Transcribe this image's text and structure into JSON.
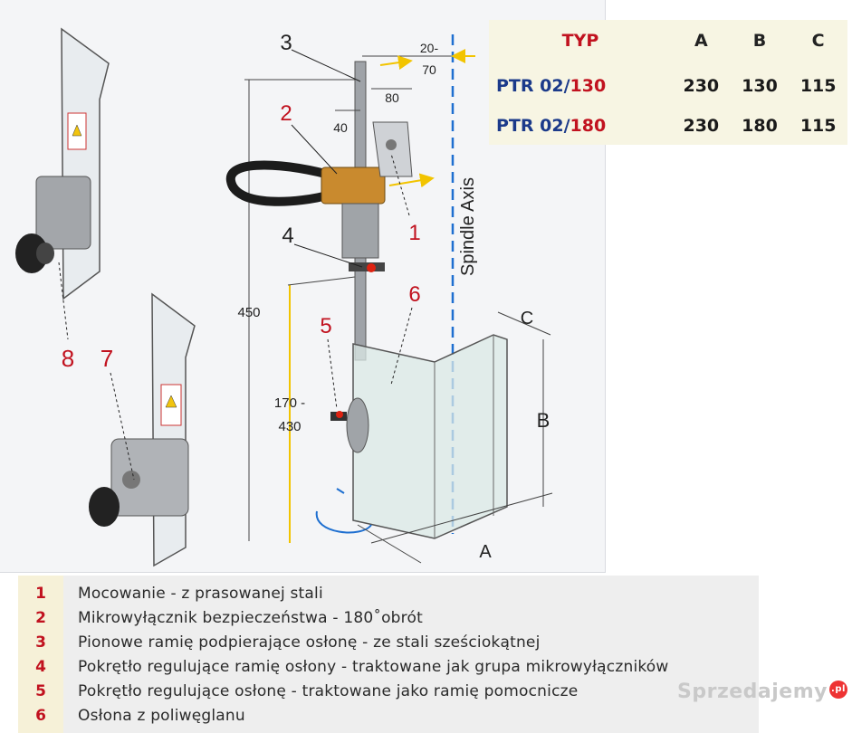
{
  "table": {
    "header": {
      "typ": "TYP",
      "a": "A",
      "b": "B",
      "c": "C"
    },
    "rows": [
      {
        "prefix": "PTR 02/",
        "suffix": "130",
        "a": "230",
        "b": "130",
        "c": "115"
      },
      {
        "prefix": "PTR 02/",
        "suffix": "180",
        "a": "230",
        "b": "180",
        "c": "115"
      }
    ]
  },
  "diagram": {
    "callouts": [
      "1",
      "2",
      "3",
      "4",
      "5",
      "6",
      "7",
      "8"
    ],
    "dims": {
      "d_20_70_top": "20-",
      "d_20_70_bottom": "70",
      "d_80": "80",
      "d_40": "40",
      "d_450": "450",
      "d_170_top": "170 -",
      "d_170_bottom": "430",
      "a": "A",
      "b": "B",
      "c": "C"
    },
    "spindle_axis": "Spindle Axis"
  },
  "legend": [
    {
      "num": "1",
      "text": "Mocowanie - z prasowanej stali"
    },
    {
      "num": "2",
      "text": "Mikrowyłącznik bezpieczeństwa - 180˚obrót"
    },
    {
      "num": "3",
      "text": "Pionowe ramię podpierające osłonę - ze stali sześciokątnej"
    },
    {
      "num": "4",
      "text": "Pokrętło regulujące ramię osłony - traktowane jak grupa mikrowyłączników"
    },
    {
      "num": "5",
      "text": "Pokrętło regulujące osłonę - traktowane jako ramię pomocnicze"
    },
    {
      "num": "6",
      "text": "Osłona z poliwęglanu"
    }
  ],
  "watermark": {
    "text": "Sprzedajemy",
    "dot": ".pl"
  },
  "colors": {
    "callout_red": "#c1121f",
    "axis_blue": "#1e6fd0",
    "arrow_yellow": "#f2c400",
    "table_bg": "#f7f5e3"
  }
}
